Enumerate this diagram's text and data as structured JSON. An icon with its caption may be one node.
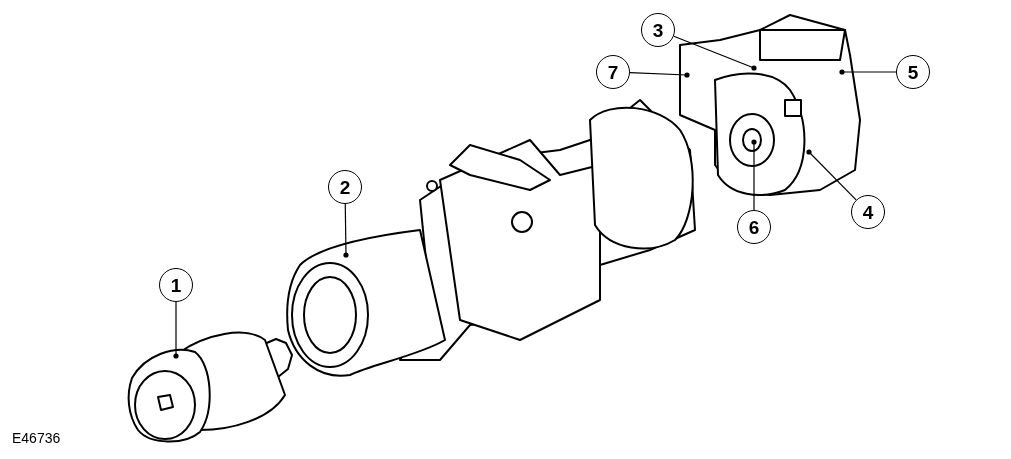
{
  "diagram": {
    "nodes": [
      {
        "text": [
          "1"
        ]
      },
      {
        "text": [
          "2"
        ]
      },
      {
        "text": [
          "3"
        ]
      },
      {
        "text": [
          "4"
        ]
      },
      {
        "text": [
          "5"
        ]
      },
      {
        "text": [
          "6"
        ]
      },
      {
        "text": [
          "7"
        ]
      }
    ],
    "edges": [
      {
        "from": 0,
        "to": null,
        "arrow": "other"
      },
      {
        "from": 1,
        "to": null,
        "arrow": "other"
      },
      {
        "from": 2,
        "to": null,
        "arrow": "other"
      },
      {
        "from": 3,
        "to": null,
        "arrow": "other"
      },
      {
        "from": 4,
        "to": null,
        "arrow": "other"
      },
      {
        "from": 5,
        "to": null,
        "arrow": "other"
      },
      {
        "from": 6,
        "to": null,
        "arrow": "other"
      }
    ],
    "labels": [
      "E46736"
    ]
  }
}
